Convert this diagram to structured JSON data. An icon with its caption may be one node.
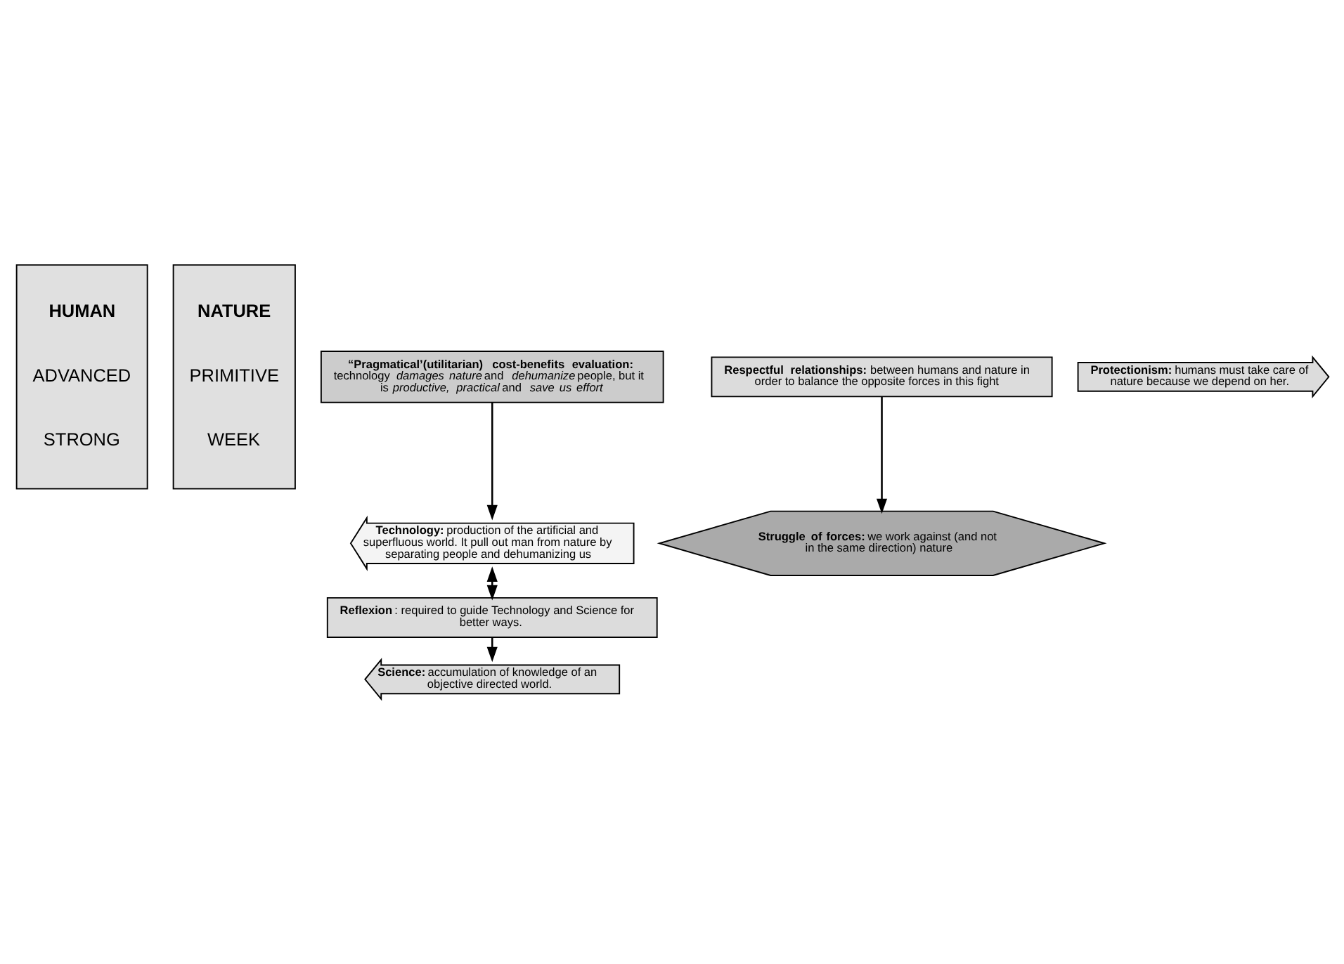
{
  "diagram": {
    "nodes": [
      {
        "text": [
          "HUMAN",
          "ADVANCED",
          "STRONG"
        ]
      },
      {
        "text": [
          "NATURE",
          "PRIMITIVE",
          "WEEK"
        ]
      },
      {
        "text": [
          "**“Pragmatical’(utilitarian) cost-benefits evaluation:** technology *damages nature* and *dehumanize* people, but it is *productive, practical* and *save us effort*"
        ]
      },
      {
        "text": [
          "**Technology:** production of the artificial and superfluous world. It pull out man from nature by separating people and dehumanizing us"
        ]
      },
      {
        "text": [
          "**Reflexion**: required to guide Technology and Science for better ways."
        ]
      },
      {
        "text": [
          "**Science:** accumulation of knowledge of an objective directed world."
        ]
      },
      {
        "text": [
          "**Respectful relationships:** between humans and nature in order to balance the opposite forces in this fight"
        ]
      },
      {
        "text": [
          "**Struggle of forces:** we work against (and not in the same direction) nature"
        ]
      },
      {
        "text": [
          "**Protectionism:** humans must take care of nature because we depend on her."
        ]
      }
    ],
    "edges": [
      {
        "from": 2,
        "to": 3,
        "arrow": "to"
      },
      {
        "from": 3,
        "to": 4,
        "arrow": "both"
      },
      {
        "from": 4,
        "to": 5,
        "arrow": "to"
      },
      {
        "from": 6,
        "to": 7,
        "arrow": "to"
      }
    ]
  }
}
